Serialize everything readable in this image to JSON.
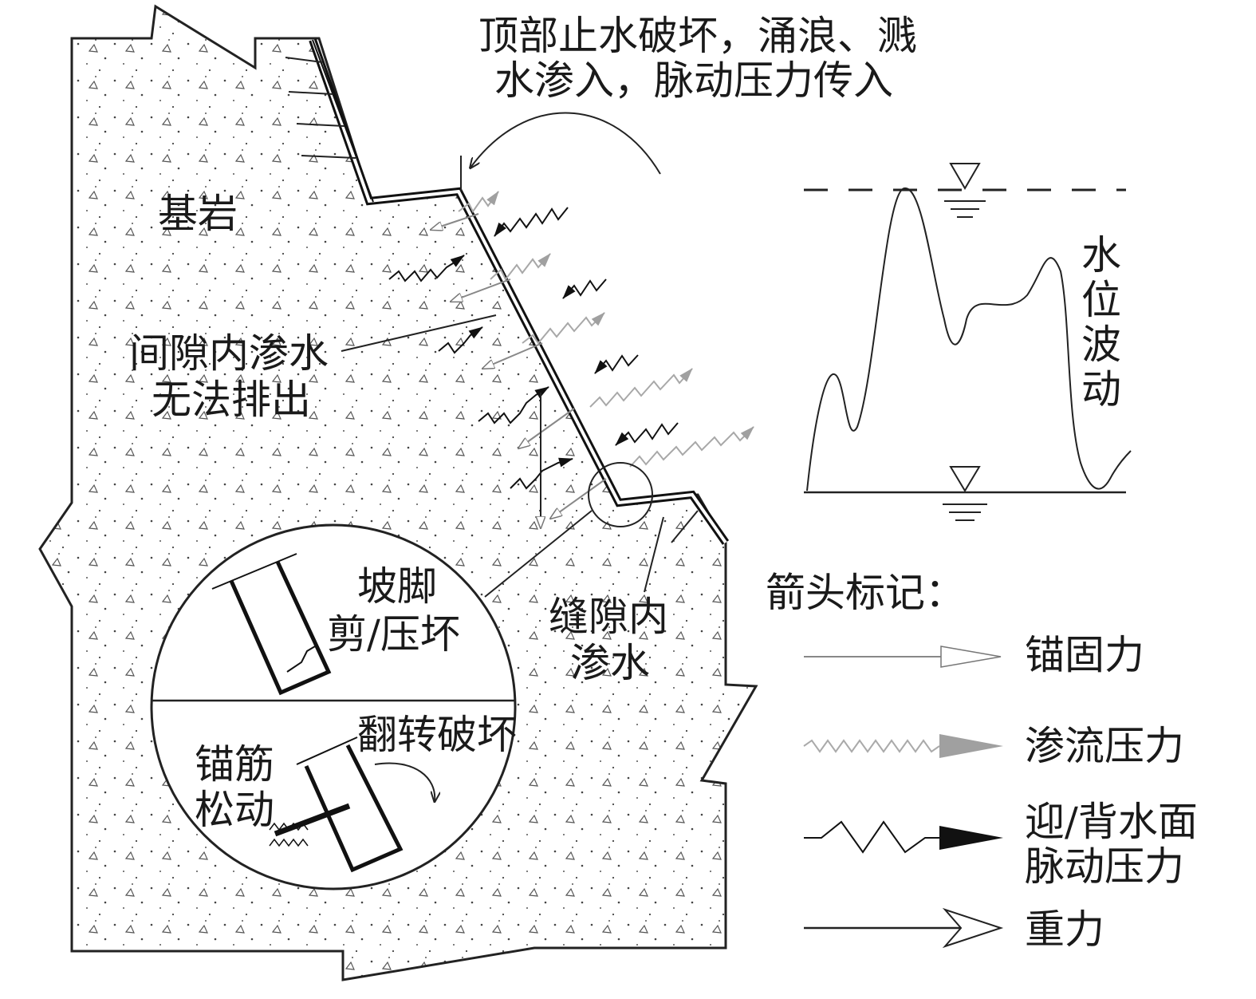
{
  "labels": {
    "bedrock": "基岩",
    "top_seal_l1": "顶部止水破坏，涌浪、溅",
    "top_seal_l2": "水渗入，脉动压力传入",
    "gap_seep_l1": "间隙内渗水",
    "gap_seep_l2": "无法排出",
    "toe_l1": "坡脚",
    "toe_l2": "剪/压坏",
    "crack_l1": "缝隙内",
    "crack_l2": "渗水",
    "overturn": "翻转破坏",
    "loose_l1": "锚筋",
    "loose_l2": "松动",
    "water_level_chars": [
      "水",
      "位",
      "波",
      "动"
    ]
  },
  "legend": {
    "title": "箭头标记：",
    "items": [
      {
        "key": "anchor",
        "lines": [
          "锚固力"
        ],
        "color": "#888888"
      },
      {
        "key": "seepage",
        "lines": [
          "渗流压力"
        ],
        "color": "#999999"
      },
      {
        "key": "pulse",
        "lines": [
          "迎/背水面",
          "脉动压力"
        ],
        "color": "#111111"
      },
      {
        "key": "gravity",
        "lines": [
          "重力"
        ],
        "color": "#222222"
      }
    ]
  }
}
